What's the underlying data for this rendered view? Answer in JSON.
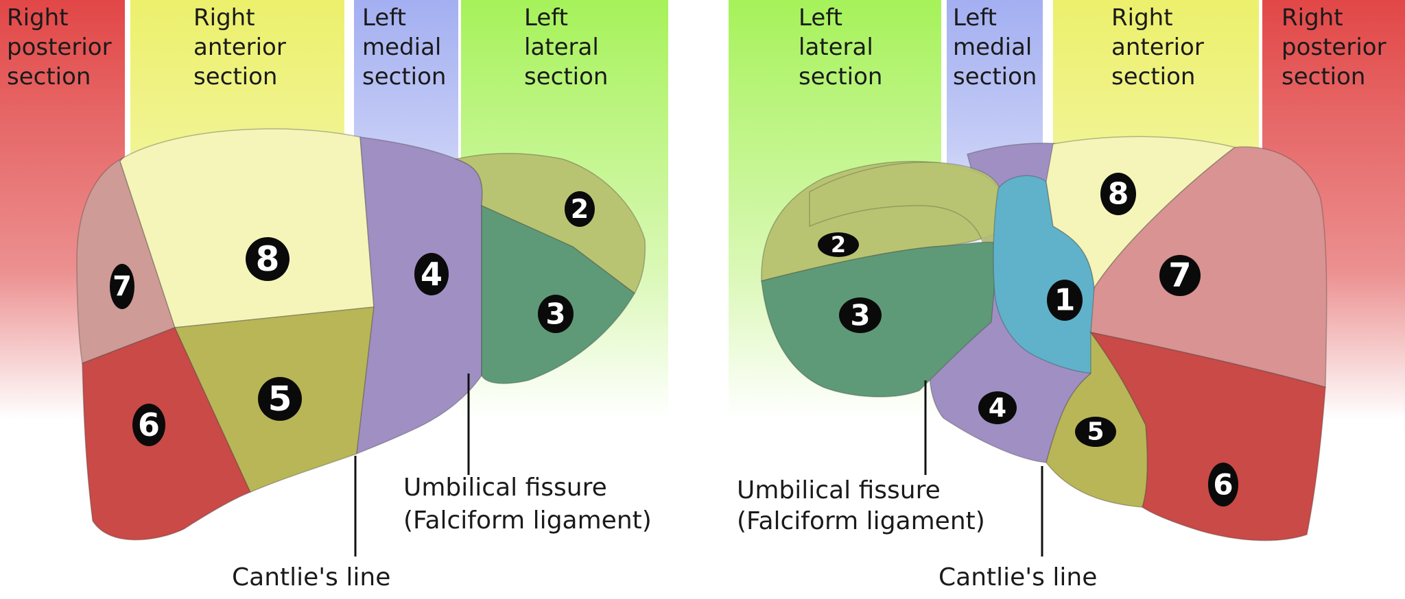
{
  "left_view": {
    "bands": [
      {
        "lines": [
          "Right",
          "posterior",
          "section"
        ],
        "color": "#e24747"
      },
      {
        "lines": [
          "Right",
          "anterior",
          "section"
        ],
        "color": "#ecf06b"
      },
      {
        "lines": [
          "Left",
          "medial",
          "section"
        ],
        "color": "#a3aff1"
      },
      {
        "lines": [
          "Left",
          "lateral",
          "section"
        ],
        "color": "#a6f25a"
      }
    ],
    "segments": [
      {
        "label": "7",
        "color": "#cf9b96"
      },
      {
        "label": "8",
        "color": "#f5f5b9"
      },
      {
        "label": "6",
        "color": "#c94a47"
      },
      {
        "label": "5",
        "color": "#b9b657"
      },
      {
        "label": "4",
        "color": "#a08fc3"
      },
      {
        "label": "2",
        "color": "#b9c472"
      },
      {
        "label": "3",
        "color": "#5e9a78"
      }
    ],
    "annotations": {
      "fissure_line1": "Umbilical fissure",
      "fissure_line2": "(Falciform ligament)",
      "cantlie": "Cantlie's line"
    }
  },
  "right_view": {
    "bands": [
      {
        "lines": [
          "Left",
          "lateral",
          "section"
        ],
        "color": "#a6f25a"
      },
      {
        "lines": [
          "Left",
          "medial",
          "section"
        ],
        "color": "#a3aff1"
      },
      {
        "lines": [
          "Right",
          "anterior",
          "section"
        ],
        "color": "#ecf06b"
      },
      {
        "lines": [
          "Right",
          "posterior",
          "section"
        ],
        "color": "#e24747"
      }
    ],
    "segments": [
      {
        "label": "2",
        "color": "#b9c472"
      },
      {
        "label": "3",
        "color": "#5e9a78"
      },
      {
        "label": "4",
        "color": "#a08fc3"
      },
      {
        "label": "1",
        "color": "#5fb2c9"
      },
      {
        "label": "8",
        "color": "#f5f5b9"
      },
      {
        "label": "7",
        "color": "#d89392"
      },
      {
        "label": "5",
        "color": "#b9b657"
      },
      {
        "label": "6",
        "color": "#c94a47"
      }
    ],
    "annotations": {
      "fissure_line1": "Umbilical fissure",
      "fissure_line2": "(Falciform ligament)",
      "cantlie": "Cantlie's line"
    }
  }
}
